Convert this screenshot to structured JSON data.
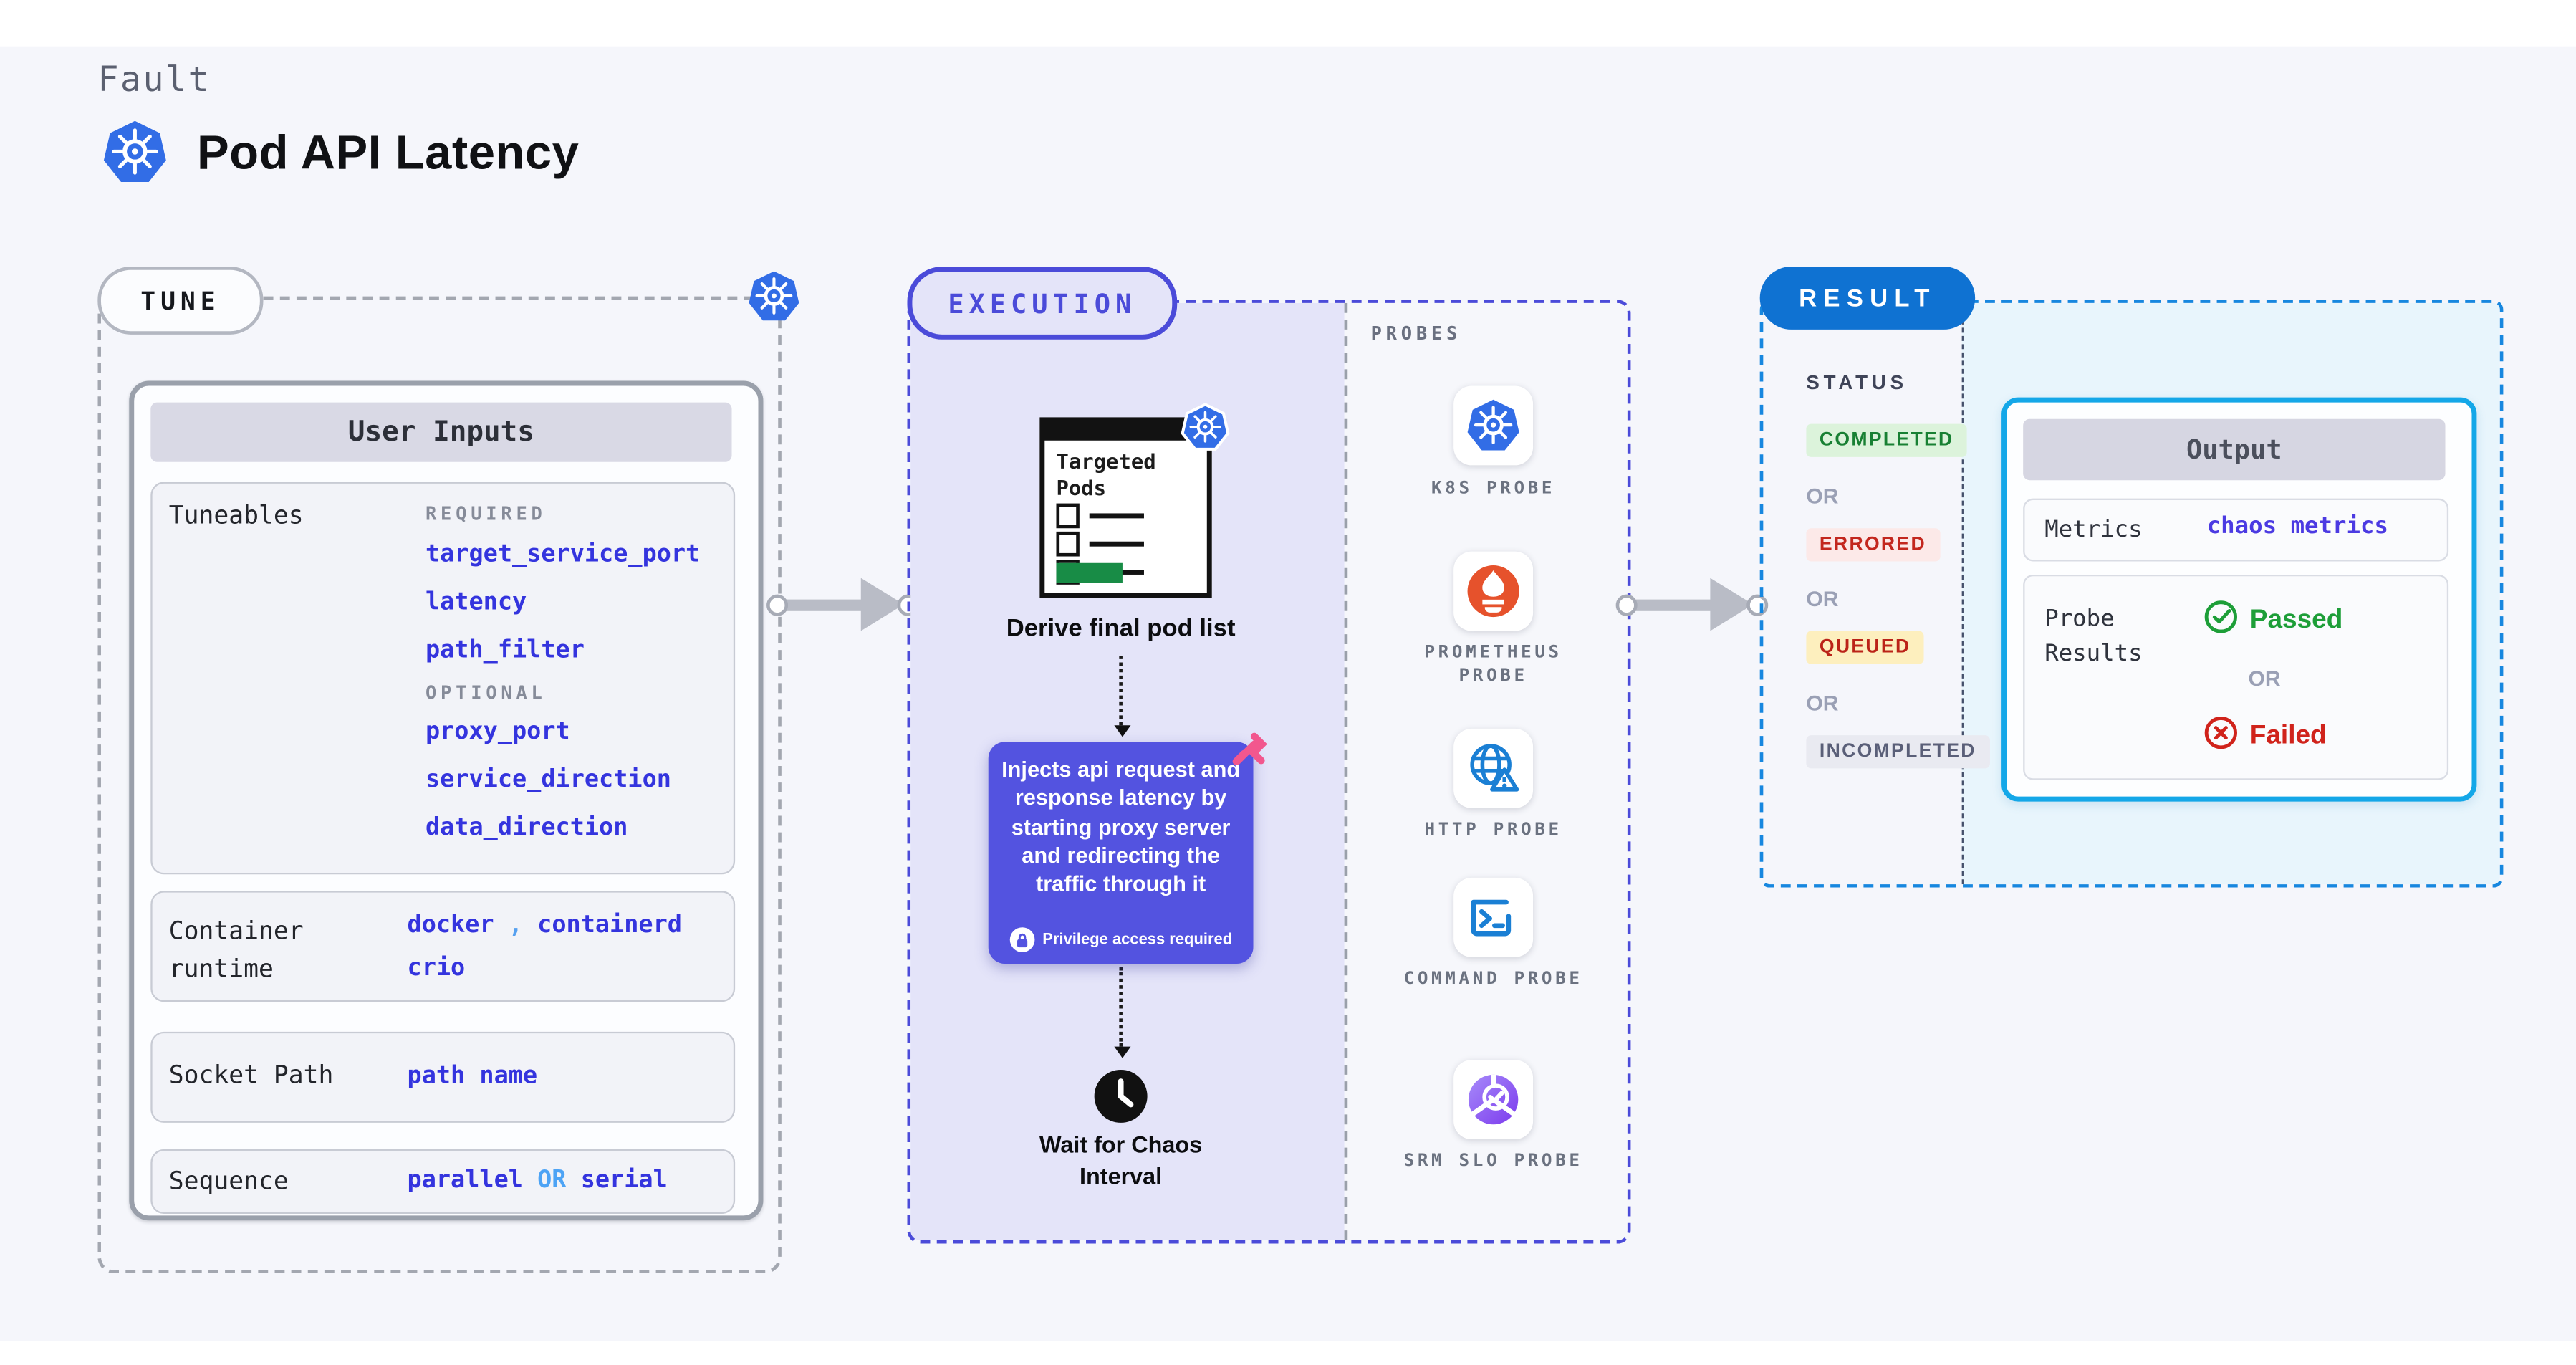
{
  "header": {
    "eyebrow": "Fault",
    "title": "Pod API Latency"
  },
  "tune": {
    "badge": "TUNE",
    "user_inputs": {
      "header": "User Inputs",
      "tuneables": {
        "label": "Tuneables",
        "required_label": "REQUIRED",
        "required": [
          "target_service_port",
          "latency",
          "path_filter"
        ],
        "optional_label": "OPTIONAL",
        "optional": [
          "proxy_port",
          "service_direction",
          "data_direction"
        ]
      },
      "runtime": {
        "label": "Container runtime",
        "value1": "docker",
        "comma": ",",
        "value2": "containerd",
        "value3": "crio"
      },
      "socket": {
        "label": "Socket Path",
        "value": "path name"
      },
      "sequence": {
        "label": "Sequence",
        "value1": "parallel",
        "or": "OR",
        "value2": "serial"
      }
    }
  },
  "execution": {
    "badge": "EXECUTION",
    "targeted_pods_title": "Targeted Pods",
    "derive_label": "Derive final pod list",
    "inject_text": "Injects api request and response latency by starting proxy server and redirecting the traffic through it",
    "privilege_label": "Privilege access required",
    "wait_label": "Wait for Chaos Interval",
    "probes": {
      "title": "PROBES",
      "items": [
        {
          "label": "K8S PROBE",
          "icon": "kubernetes"
        },
        {
          "label": "PROMETHEUS PROBE",
          "icon": "prometheus"
        },
        {
          "label": "HTTP PROBE",
          "icon": "globe-alert"
        },
        {
          "label": "COMMAND PROBE",
          "icon": "terminal"
        },
        {
          "label": "SRM SLO PROBE",
          "icon": "slo-donut"
        }
      ]
    }
  },
  "result": {
    "badge": "RESULT",
    "status": {
      "title": "STATUS",
      "or_label": "OR",
      "badges": [
        {
          "label": "COMPLETED",
          "bg": "#dcf3db",
          "color": "#188033"
        },
        {
          "label": "ERRORED",
          "bg": "#fce9e8",
          "color": "#c3271e"
        },
        {
          "label": "QUEUED",
          "bg": "#fdefbe",
          "color": "#bb2318"
        },
        {
          "label": "INCOMPLETED",
          "bg": "#e9eaf1",
          "color": "#5a5f78"
        }
      ]
    },
    "output": {
      "header": "Output",
      "metrics_label": "Metrics",
      "metrics_value": "chaos metrics",
      "probe_results_label": "Probe Results",
      "passed_label": "Passed",
      "or_label": "OR",
      "failed_label": "Failed"
    }
  },
  "colors": {
    "accent_indigo": "#4b4bd9",
    "accent_blue": "#0f72d2",
    "cyan_border": "#14a7e8",
    "lavender": "#e4e4f9",
    "value_blue": "#3434de",
    "passed_green": "#1d9e38",
    "failed_red": "#d0231b",
    "pink": "#f2578e",
    "prometheus_orange": "#e6522c"
  }
}
